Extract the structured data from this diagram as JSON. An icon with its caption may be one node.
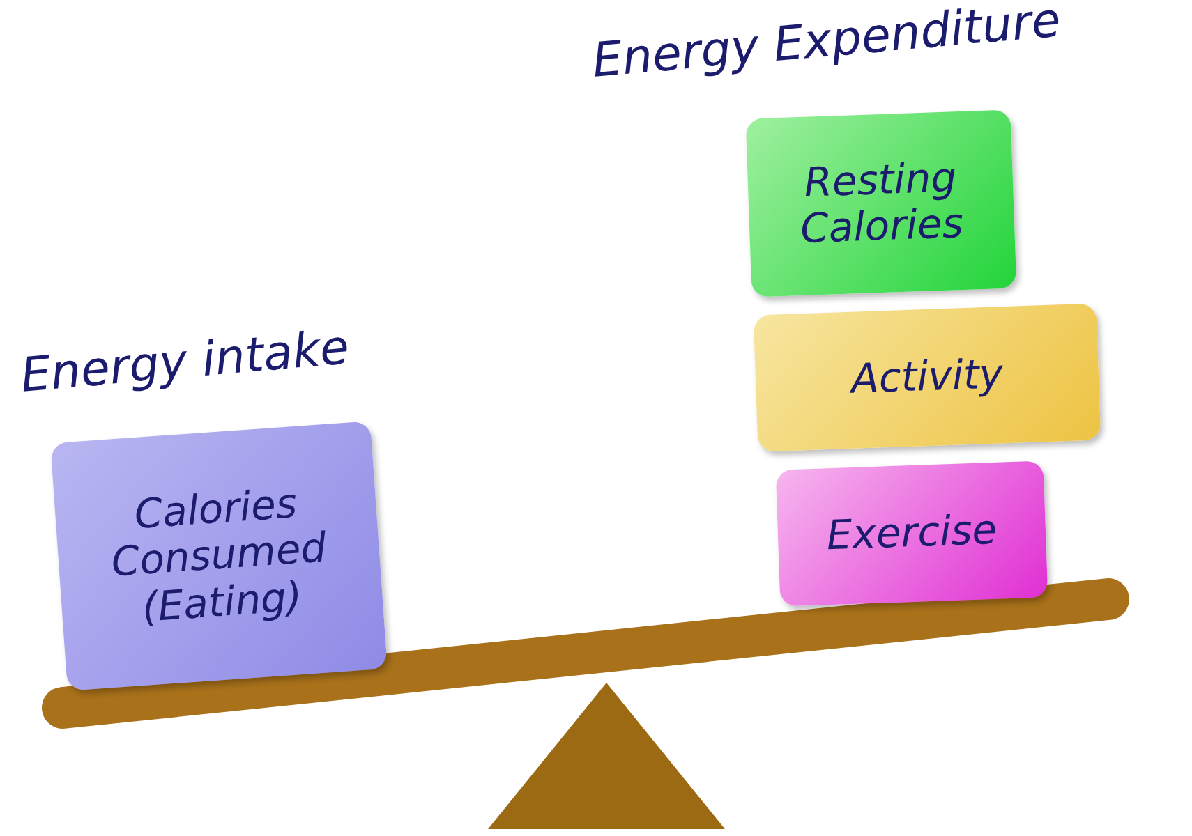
{
  "diagram": {
    "nodes": [
      {
        "text": [
          "Calories Consumed (Eating)"
        ]
      },
      {
        "text": [
          "Resting Calories"
        ]
      },
      {
        "text": [
          "Activity"
        ]
      },
      {
        "text": [
          "Exercise"
        ]
      }
    ],
    "labels": [
      "Energy Expenditure",
      "Energy intake"
    ]
  }
}
